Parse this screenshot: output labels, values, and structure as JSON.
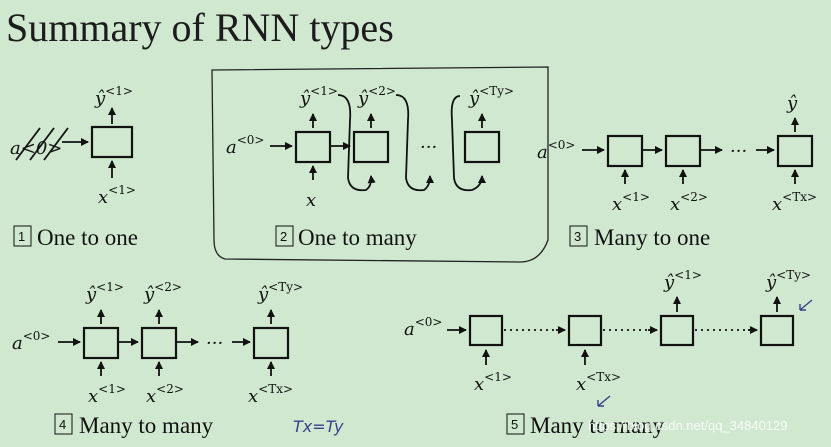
{
  "title": "Summary of RNN types",
  "colors": {
    "background": "#cfe8cf",
    "ink": "#111111",
    "handwriting": "#3a3f8a"
  },
  "panels": [
    {
      "number": "1",
      "caption": "One to one",
      "labels": {
        "y": "ŷ",
        "y_sup": "<1>",
        "a0": "a<0>",
        "x": "x",
        "x_sup": "<1>"
      }
    },
    {
      "number": "2",
      "caption": "One to many",
      "labels": {
        "a0": "a",
        "a0_sup": "<0>",
        "x": "x",
        "y": "ŷ",
        "y1_sup": "<1>",
        "y2_sup": "<2>",
        "yT_sup": "<Ty>",
        "ellipsis": "···"
      }
    },
    {
      "number": "3",
      "caption": "Many to one",
      "labels": {
        "a0": "a",
        "a0_sup": "<0>",
        "y": "ŷ",
        "x": "x",
        "x1_sup": "<1>",
        "x2_sup": "<2>",
        "xT_sup": "<Tx>",
        "ellipsis": "···"
      }
    },
    {
      "number": "4",
      "caption": "Many to many",
      "handwritten_note": "Tx=Ty",
      "labels": {
        "a0": "a",
        "a0_sup": "<0>",
        "y": "ŷ",
        "y1_sup": "<1>",
        "y2_sup": "<2>",
        "yT_sup": "<Ty>",
        "x": "x",
        "x1_sup": "<1>",
        "x2_sup": "<2>",
        "xT_sup": "<Tx>",
        "ellipsis": "···"
      }
    },
    {
      "number": "5",
      "caption": "Many to many",
      "labels": {
        "a0": "a",
        "a0_sup": "<0>",
        "x": "x",
        "x1_sup": "<1>",
        "xT_sup": "<Tx>",
        "y": "ŷ",
        "y1_sup": "<1>",
        "yT_sup": "<Ty>"
      }
    }
  ],
  "watermark": "https://blog.csdn.net/qq_34840129"
}
